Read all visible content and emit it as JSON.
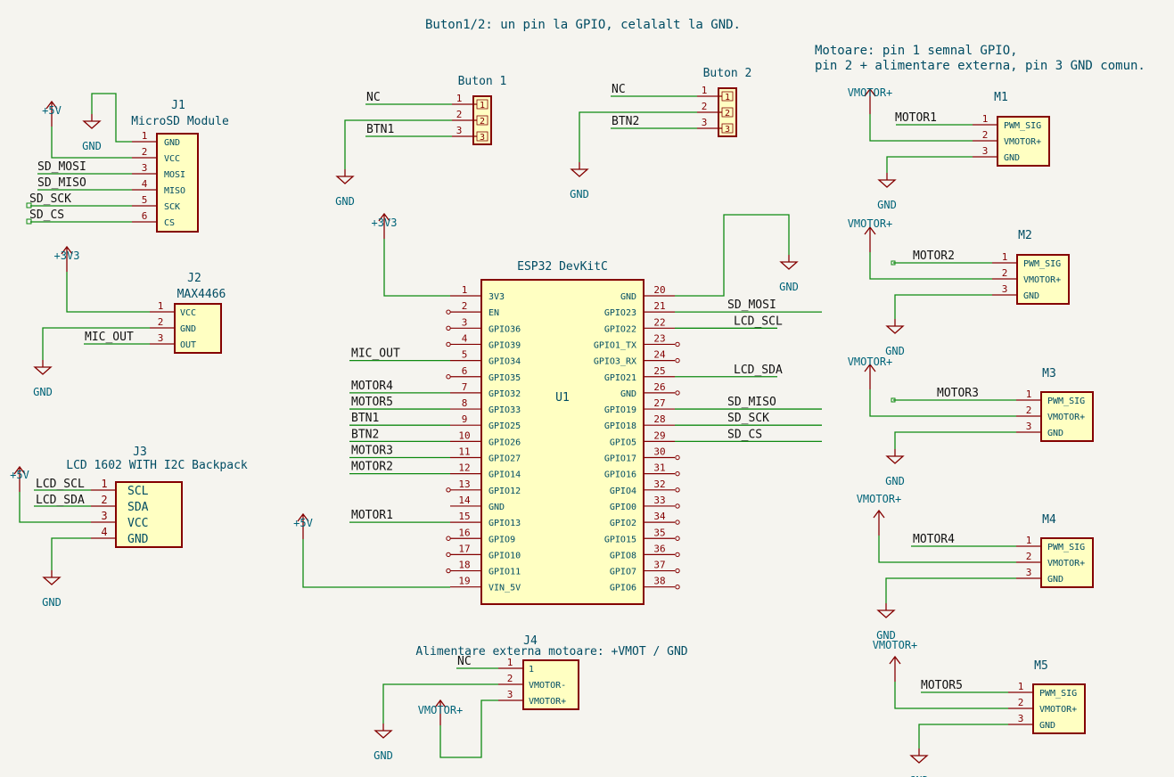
{
  "notes": {
    "buttons": "Buton1/2: un pin la GPIO, celalalt la GND.",
    "motors_1": "Motoare: pin 1 semnal GPIO,",
    "motors_2": "pin 2 + alimentare externa, pin 3 GND comun."
  },
  "colors": {
    "wire": "#0f8a12",
    "body": "#840000",
    "fill": "#ffffc2",
    "text": "#004c63",
    "label": "#111111",
    "net": "#006378",
    "power": "#8c0000"
  },
  "power": {
    "gnd": "GND",
    "v5": "+5V",
    "v33": "+3V3",
    "vmotor": "VMOTOR+"
  },
  "j1": {
    "ref": "J1",
    "value": "MicroSD Module",
    "pins": [
      {
        "num": "1",
        "name": "GND",
        "net": ""
      },
      {
        "num": "2",
        "name": "VCC",
        "net": ""
      },
      {
        "num": "3",
        "name": "MOSI",
        "net": "SD_MOSI"
      },
      {
        "num": "4",
        "name": "MISO",
        "net": "SD_MISO"
      },
      {
        "num": "5",
        "name": "SCK",
        "net": "SD_SCK"
      },
      {
        "num": "6",
        "name": "CS",
        "net": "SD_CS"
      }
    ]
  },
  "j2": {
    "ref": "J2",
    "value": "MAX4466",
    "pins": [
      {
        "num": "1",
        "name": "VCC",
        "net": ""
      },
      {
        "num": "2",
        "name": "GND",
        "net": ""
      },
      {
        "num": "3",
        "name": "OUT",
        "net": "MIC_OUT"
      }
    ]
  },
  "j3": {
    "ref": "J3",
    "value": "LCD 1602 WITH I2C Backpack",
    "pins": [
      {
        "num": "1",
        "name": "SCL",
        "net": "LCD_SCL"
      },
      {
        "num": "2",
        "name": "SDA",
        "net": "LCD_SDA"
      },
      {
        "num": "3",
        "name": "VCC",
        "net": ""
      },
      {
        "num": "4",
        "name": "GND",
        "net": ""
      }
    ]
  },
  "j4": {
    "ref": "J4",
    "value": "Alimentare externa motoare: +VMOT / GND",
    "pins": [
      {
        "num": "1",
        "name": "1",
        "net": "NC"
      },
      {
        "num": "2",
        "name": "VMOTOR-",
        "net": ""
      },
      {
        "num": "3",
        "name": "VMOTOR+",
        "net": ""
      }
    ]
  },
  "buton1": {
    "value": "Buton 1",
    "nets": [
      "NC",
      "",
      "BTN1"
    ],
    "pins": [
      "1",
      "2",
      "3"
    ]
  },
  "buton2": {
    "value": "Buton 2",
    "nets": [
      "NC",
      "",
      "BTN2"
    ],
    "pins": [
      "1",
      "2",
      "3"
    ]
  },
  "u1": {
    "ref": "U1",
    "value": "ESP32 DevKitC",
    "left": [
      {
        "num": "1",
        "name": "3V3",
        "net": ""
      },
      {
        "num": "2",
        "name": "EN",
        "net": ""
      },
      {
        "num": "3",
        "name": "GPIO36",
        "net": ""
      },
      {
        "num": "4",
        "name": "GPIO39",
        "net": ""
      },
      {
        "num": "5",
        "name": "GPIO34",
        "net": "MIC_OUT"
      },
      {
        "num": "6",
        "name": "GPIO35",
        "net": ""
      },
      {
        "num": "7",
        "name": "GPIO32",
        "net": "MOTOR4"
      },
      {
        "num": "8",
        "name": "GPIO33",
        "net": "MOTOR5"
      },
      {
        "num": "9",
        "name": "GPIO25",
        "net": "BTN1"
      },
      {
        "num": "10",
        "name": "GPIO26",
        "net": "BTN2"
      },
      {
        "num": "11",
        "name": "GPIO27",
        "net": "MOTOR3"
      },
      {
        "num": "12",
        "name": "GPIO14",
        "net": "MOTOR2"
      },
      {
        "num": "13",
        "name": "GPIO12",
        "net": ""
      },
      {
        "num": "14",
        "name": "GND",
        "net": ""
      },
      {
        "num": "15",
        "name": "GPIO13",
        "net": "MOTOR1"
      },
      {
        "num": "16",
        "name": "GPIO9",
        "net": ""
      },
      {
        "num": "17",
        "name": "GPIO10",
        "net": ""
      },
      {
        "num": "18",
        "name": "GPIO11",
        "net": ""
      },
      {
        "num": "19",
        "name": "VIN_5V",
        "net": ""
      }
    ],
    "right": [
      {
        "num": "20",
        "name": "GND",
        "net": ""
      },
      {
        "num": "21",
        "name": "GPIO23",
        "net": "SD_MOSI"
      },
      {
        "num": "22",
        "name": "GPIO22",
        "net": "LCD_SCL"
      },
      {
        "num": "23",
        "name": "GPIO1_TX",
        "net": ""
      },
      {
        "num": "24",
        "name": "GPIO3_RX",
        "net": ""
      },
      {
        "num": "25",
        "name": "GPIO21",
        "net": "LCD_SDA"
      },
      {
        "num": "26",
        "name": "GND",
        "net": ""
      },
      {
        "num": "27",
        "name": "GPIO19",
        "net": "SD_MISO"
      },
      {
        "num": "28",
        "name": "GPIO18",
        "net": "SD_SCK"
      },
      {
        "num": "29",
        "name": "GPIO5",
        "net": "SD_CS"
      },
      {
        "num": "30",
        "name": "GPIO17",
        "net": ""
      },
      {
        "num": "31",
        "name": "GPIO16",
        "net": ""
      },
      {
        "num": "32",
        "name": "GPIO4",
        "net": ""
      },
      {
        "num": "33",
        "name": "GPIO0",
        "net": ""
      },
      {
        "num": "34",
        "name": "GPIO2",
        "net": ""
      },
      {
        "num": "35",
        "name": "GPIO15",
        "net": ""
      },
      {
        "num": "36",
        "name": "GPIO8",
        "net": ""
      },
      {
        "num": "37",
        "name": "GPIO7",
        "net": ""
      },
      {
        "num": "38",
        "name": "GPIO6",
        "net": ""
      }
    ]
  },
  "motors": [
    {
      "ref": "M1",
      "net": "MOTOR1",
      "pins": [
        "PWM_SIG",
        "VMOTOR+",
        "GND"
      ]
    },
    {
      "ref": "M2",
      "net": "MOTOR2",
      "pins": [
        "PWM_SIG",
        "VMOTOR+",
        "GND"
      ]
    },
    {
      "ref": "M3",
      "net": "MOTOR3",
      "pins": [
        "PWM_SIG",
        "VMOTOR+",
        "GND"
      ]
    },
    {
      "ref": "M4",
      "net": "MOTOR4",
      "pins": [
        "PWM_SIG",
        "VMOTOR+",
        "GND"
      ]
    },
    {
      "ref": "M5",
      "net": "MOTOR5",
      "pins": [
        "PWM_SIG",
        "VMOTOR+",
        "GND"
      ]
    }
  ]
}
